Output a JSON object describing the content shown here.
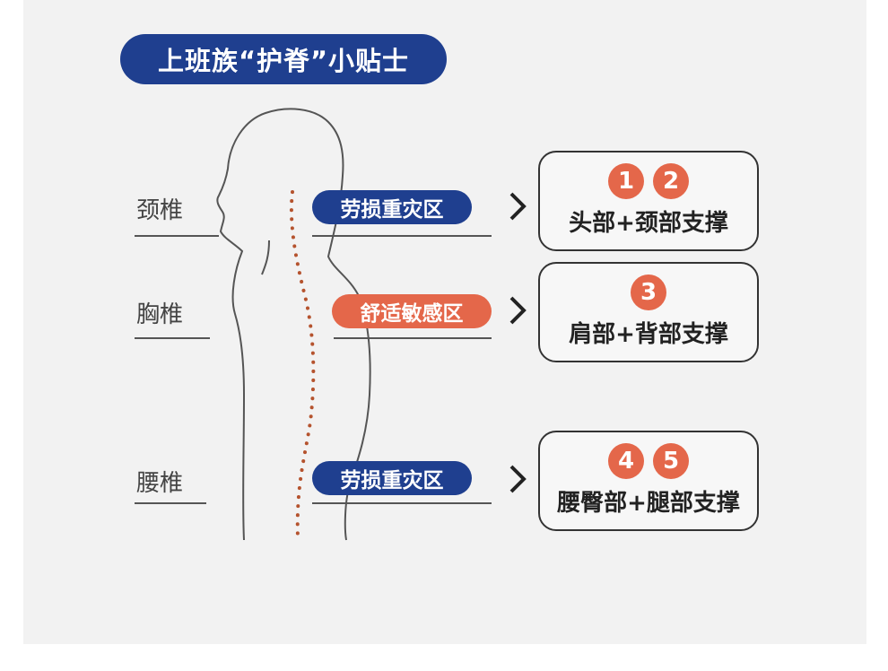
{
  "title": "上班族“护脊”小贴士",
  "spine_labels": [
    "颈椎",
    "胸椎",
    "腰椎"
  ],
  "zones": [
    {
      "label": "劳损重灾区",
      "color": "#1f3f8f"
    },
    {
      "label": "舒适敏感区",
      "color": "#e4674a"
    },
    {
      "label": "劳损重灾区",
      "color": "#1f3f8f"
    }
  ],
  "supports": [
    {
      "badges": [
        "1",
        "2"
      ],
      "text": "头部+颈部支撑"
    },
    {
      "badges": [
        "3"
      ],
      "text": "肩部+背部支撑"
    },
    {
      "badges": [
        "4",
        "5"
      ],
      "text": "腰臀部+腿部支撑"
    }
  ],
  "colors": {
    "navy": "#1f3f8f",
    "orange": "#e4674a",
    "spine_dots": "#b5532e"
  },
  "icons": {
    "arrow": "chevron-right-icon"
  }
}
